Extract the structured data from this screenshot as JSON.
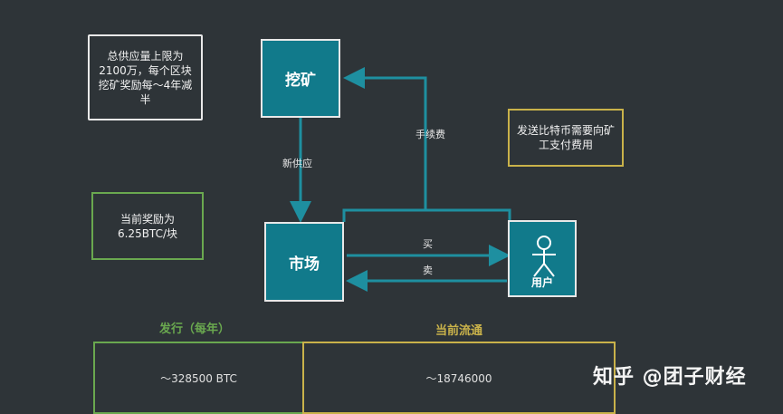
{
  "notes": {
    "supply": "总供应量上限为2100万，每个区块挖矿奖励每～4年减半",
    "reward": "当前奖励为 6.25BTC/块",
    "fee": "发送比特币需要向矿工支付费用"
  },
  "nodes": {
    "mining": "挖矿",
    "market": "市场",
    "user": "用户"
  },
  "edges": {
    "new_supply": "新供应",
    "fee": "手续费",
    "buy": "买",
    "sell": "卖"
  },
  "table": {
    "issued_header": "发行（每年）",
    "circulating_header": "当前流通",
    "issued_value": "～328500 BTC",
    "circulating_value": "～18746000"
  },
  "colors": {
    "background": "#2e3438",
    "node_fill": "#117a8b",
    "arrow": "#1e8fa0",
    "green": "#6aa84f",
    "gold": "#c9b24a"
  },
  "watermark": "知乎 @团子财经"
}
